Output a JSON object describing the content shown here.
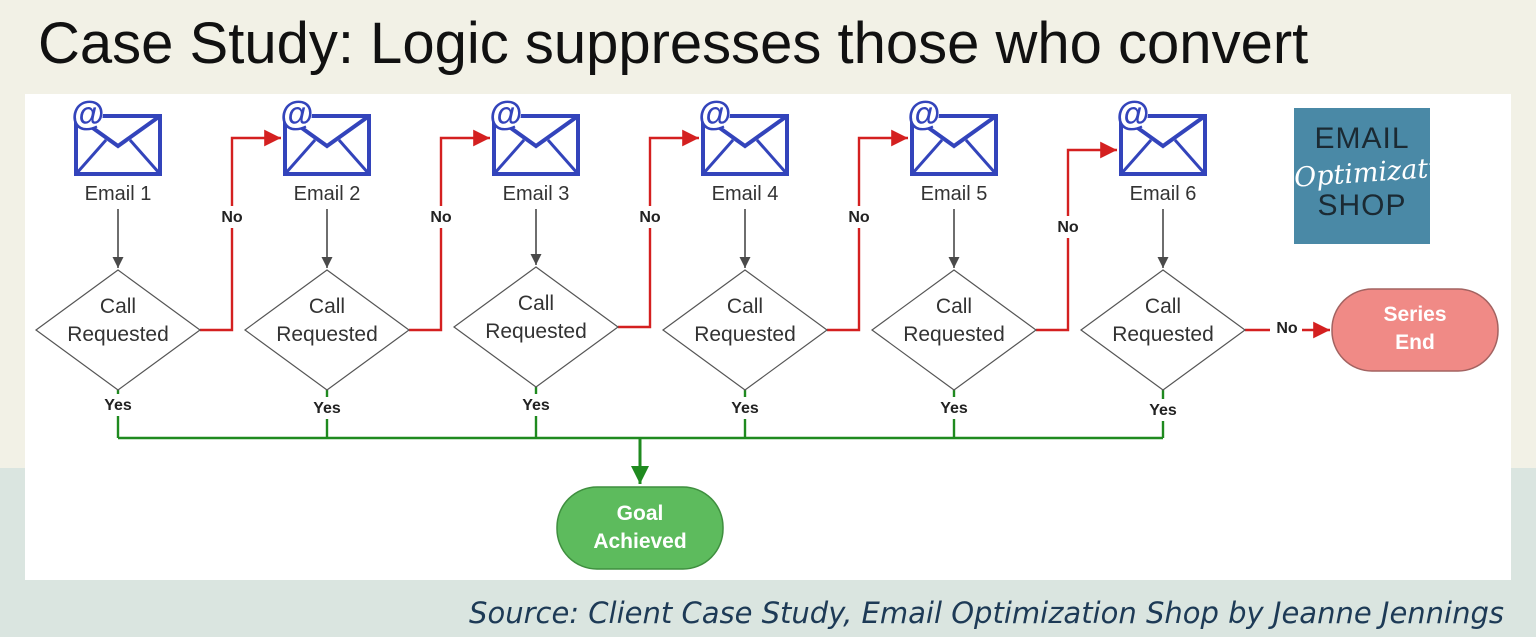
{
  "title": "Case Study: Logic suppresses those who convert",
  "emails": [
    {
      "label": "Email 1",
      "decision": [
        "Call",
        "Requested"
      ],
      "yes": "Yes",
      "no": "No"
    },
    {
      "label": "Email 2",
      "decision": [
        "Call",
        "Requested"
      ],
      "yes": "Yes",
      "no": "No"
    },
    {
      "label": "Email 3",
      "decision": [
        "Call",
        "Requested"
      ],
      "yes": "Yes",
      "no": "No"
    },
    {
      "label": "Email 4",
      "decision": [
        "Call",
        "Requested"
      ],
      "yes": "Yes",
      "no": "No"
    },
    {
      "label": "Email 5",
      "decision": [
        "Call",
        "Requested"
      ],
      "yes": "Yes",
      "no": "No"
    },
    {
      "label": "Email 6",
      "decision": [
        "Call",
        "Requested"
      ],
      "yes": "Yes",
      "no": "No"
    }
  ],
  "email_icon_symbol": "@",
  "series_end": [
    "Series",
    "End"
  ],
  "goal": [
    "Goal",
    "Achieved"
  ],
  "logo": {
    "top": "EMAIL",
    "script": "Optimization",
    "bottom": "SHOP"
  },
  "source": "Source: Client Case Study, Email Optimization Shop by Jeanne Jennings",
  "colors": {
    "yes_line": "#1f8a1f",
    "no_line": "#d42020",
    "flow_line": "#4a4a4a",
    "email_icon": "#3344bb",
    "goal_fill": "#5dbb5d",
    "series_end_fill": "#f08a86",
    "logo_bg": "#4a89a6"
  }
}
